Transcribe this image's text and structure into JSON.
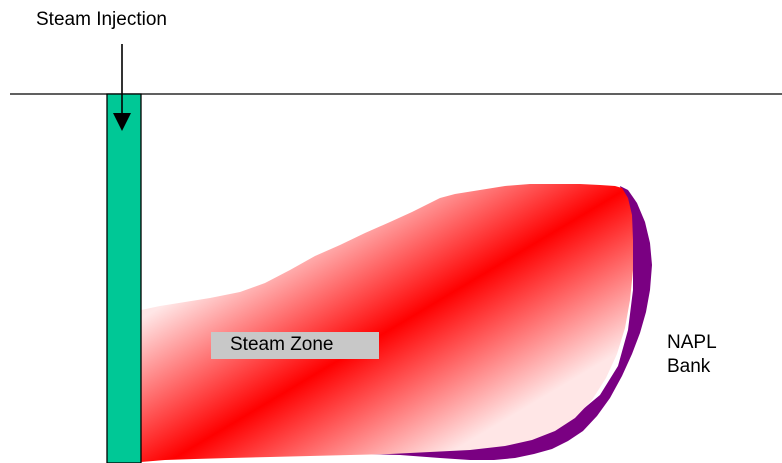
{
  "labels": {
    "injection": "Steam Injection",
    "steam_zone": "Steam Zone",
    "napl_line1": "NAPL",
    "napl_line2": "Bank"
  },
  "colors": {
    "well": "#00c896",
    "steam_core": "#ff0000",
    "steam_edge": "#ffe6e6",
    "napl": "#7a0082",
    "label_box": "#c8c8c8",
    "line": "#000000"
  }
}
